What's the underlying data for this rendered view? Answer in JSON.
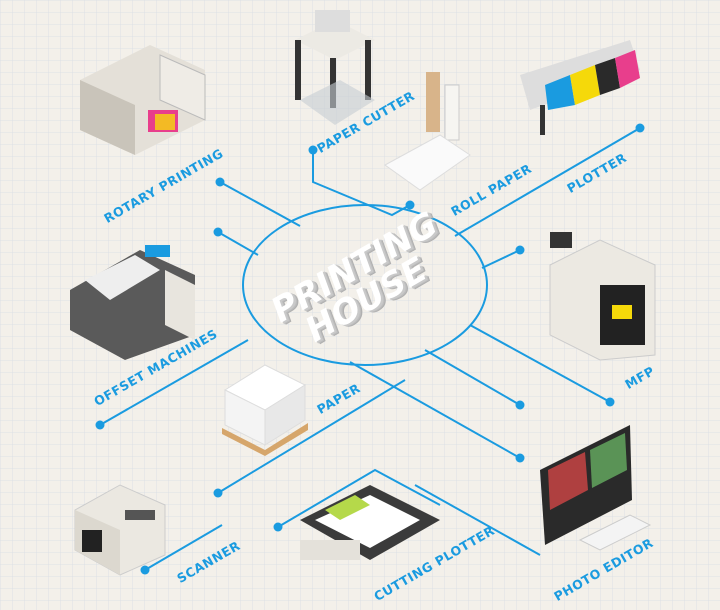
{
  "title": {
    "line1": "PRINTING",
    "line2": "HOUSE"
  },
  "labels": {
    "rotary_printing": "ROTARY PRINTING",
    "paper_cutter": "PAPER CUTTER",
    "roll_paper": "ROLL PAPER",
    "plotter": "PLOTTER",
    "offset_machines": "OFFSET MACHINES",
    "mfp": "MFP",
    "paper": "PAPER",
    "scanner": "SCANNER",
    "cutting_plotter": "CUTTING PLOTTER",
    "photo_editor": "PHOTO EDITOR"
  },
  "colors": {
    "accent": "#1a9be0",
    "background": "#f3f0ea",
    "grid": "#d6dde3"
  }
}
